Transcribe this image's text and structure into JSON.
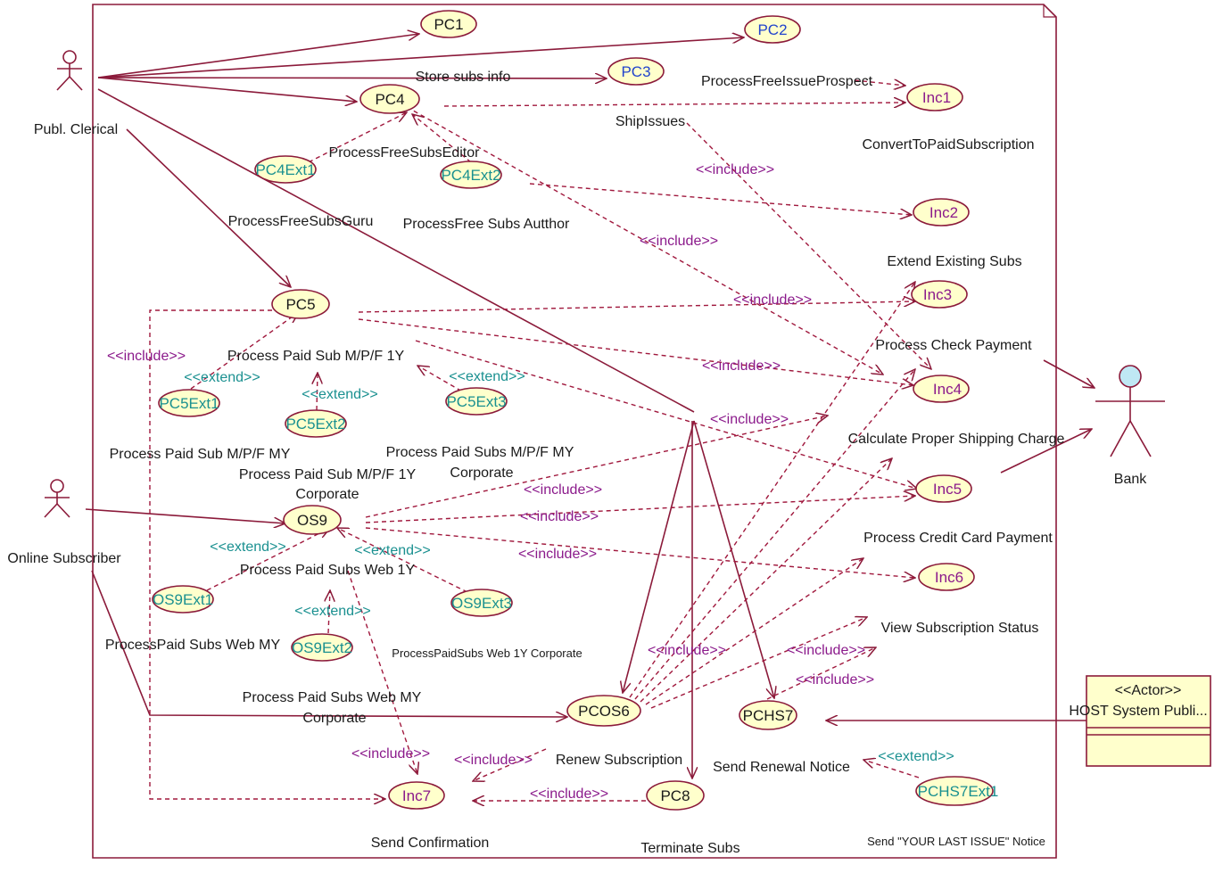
{
  "colors": {
    "line": "#8b1a3a",
    "usecase_fill": "#ffffcc",
    "include_text": "#8b1a8b",
    "extend_text": "#1a9090",
    "uc_text": "#1a1a1a",
    "uc_blue_text": "#2244cc",
    "bank_head": "#bfe8f4"
  },
  "actors": {
    "clerical": {
      "name": "Publ. Clerical"
    },
    "online": {
      "name": "Online Subscriber"
    },
    "bank": {
      "name": "Bank"
    },
    "host": {
      "stereotype": "<<Actor>>",
      "name": "HOST System Publi..."
    }
  },
  "use_cases": {
    "pc1": "PC1",
    "pc2": "PC2",
    "pc3": "PC3",
    "pc4": "PC4",
    "pc4ext1": "PC4Ext1",
    "pc4ext2": "PC4Ext2",
    "pc5": "PC5",
    "pc5ext1": "PC5Ext1",
    "pc5ext2": "PC5Ext2",
    "pc5ext3": "PC5Ext3",
    "os9": "OS9",
    "os9ext1": "OS9Ext1",
    "os9ext2": "OS9Ext2",
    "os9ext3": "OS9Ext3",
    "pcos6": "PCOS6",
    "pchs7": "PCHS7",
    "pchs7ext1": "PCHS7Ext1",
    "pc8": "PC8",
    "inc1": "Inc1",
    "inc2": "Inc2",
    "inc3": "Inc3",
    "inc4": "Inc4",
    "inc5": "Inc5",
    "inc6": "Inc6",
    "inc7": "Inc7"
  },
  "labels": {
    "store_subs": "Store subs info",
    "process_free_issue": "ProcessFreeIssueProspect",
    "ship_issues": "ShipIssues",
    "convert_paid": "ConvertToPaidSubscription",
    "free_subs_editor": "ProcessFreeSubsEditor",
    "free_subs_guru": "ProcessFreeSubsGuru",
    "free_subs_author": "ProcessFree Subs Autthor",
    "extend_existing": "Extend Existing Subs",
    "process_check": "Process Check Payment",
    "paid_mpf_1y": "Process Paid Sub M/P/F 1Y",
    "calc_shipping": "Calculate Proper Shipping Charge",
    "paid_mpf_my": "Process Paid Sub M/P/F MY",
    "paid_mpf_my_corp_1": "Process Paid Subs M/P/F MY",
    "paid_mpf_my_corp_2": "Corporate",
    "paid_mpf_1y_corp_1": "Process Paid Sub M/P/F 1Y",
    "paid_mpf_1y_corp_2": "Corporate",
    "credit_card": "Process Credit Card Payment",
    "paid_web_1y": "Process Paid Subs Web 1Y",
    "view_status": "View Subscription Status",
    "paid_web_my": "ProcessPaid Subs Web MY",
    "paid_web_1y_corp": "ProcessPaidSubs Web 1Y Corporate",
    "paid_web_my_corp_1": "Process Paid Subs Web MY",
    "paid_web_my_corp_2": "Corporate",
    "renew": "Renew Subscription",
    "send_renewal": "Send Renewal Notice",
    "send_confirmation": "Send Confirmation",
    "terminate": "Terminate Subs",
    "last_issue": "Send \"YOUR LAST ISSUE\" Notice"
  },
  "stereotypes": {
    "include": "<<include>>",
    "extend": "<<extend>>"
  }
}
